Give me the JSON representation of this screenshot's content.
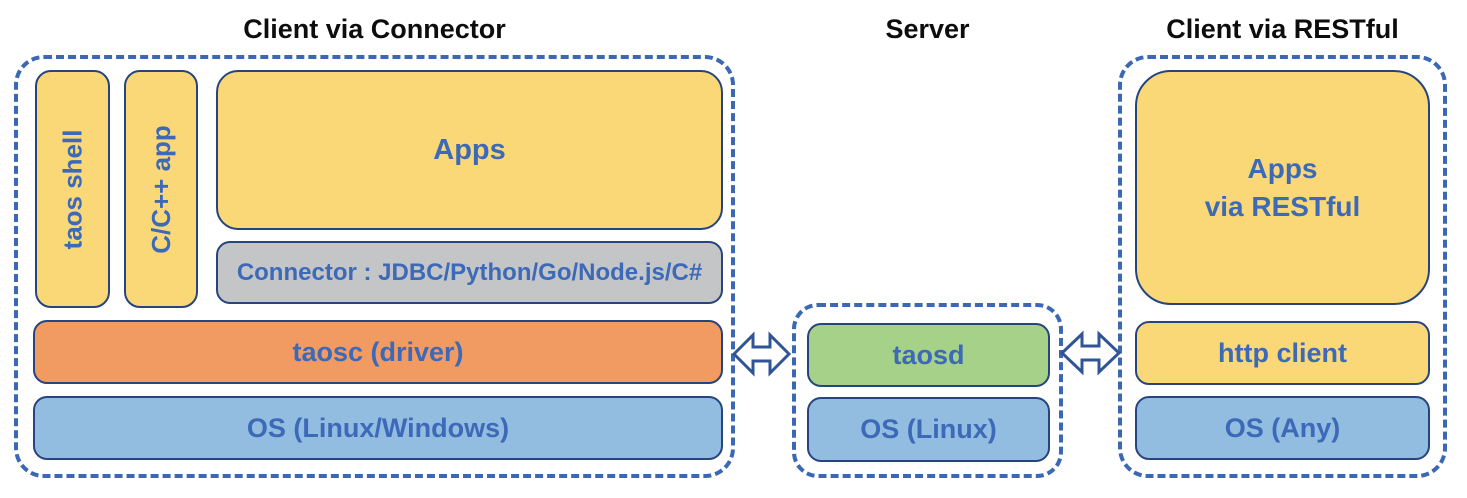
{
  "diagram": {
    "titles": {
      "connector_client": "Client via Connector",
      "server": "Server",
      "restful_client": "Client via RESTful"
    },
    "connector_client": {
      "taos_shell": "taos shell",
      "c_cpp_app": "C/C++ app",
      "apps": "Apps",
      "connector": "Connector : JDBC/Python/Go/Node.js/C#",
      "taosc": "taosc (driver)",
      "os": "OS (Linux/Windows)"
    },
    "server": {
      "taosd": "taosd",
      "os": "OS (Linux)"
    },
    "restful_client": {
      "apps_line1": "Apps",
      "apps_line2": "via RESTful",
      "http_client": "http client",
      "os": "OS (Any)"
    },
    "icons": {
      "left_link": "bidirectional-arrow-icon",
      "right_link": "bidirectional-arrow-icon"
    },
    "colors": {
      "box_yellow": "#FAD878",
      "box_orange": "#F19A62",
      "box_green": "#A6D189",
      "box_blue": "#92BCE0",
      "box_gray": "#C4C5C7",
      "box_border": "#26457E",
      "dash_border": "#3A68B5",
      "label_blue": "#3C69B8",
      "title_black": "#0D0D0D",
      "arrow_stroke": "#2F5597",
      "arrow_fill": "#FFFFFF"
    }
  }
}
